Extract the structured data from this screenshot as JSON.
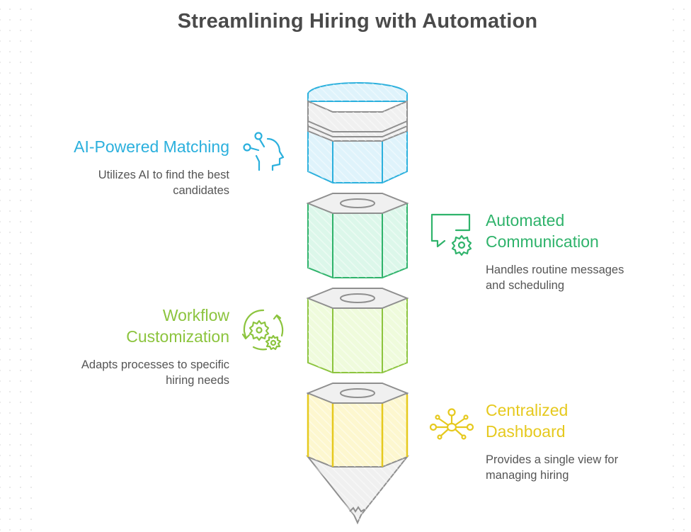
{
  "title": "Streamlining Hiring with Automation",
  "colors": {
    "blue": "#2bb0dd",
    "green": "#2fb36b",
    "lime": "#8cc43e",
    "yellow": "#e6c91e",
    "gray": "#8f8f8f",
    "text": "#555555",
    "title": "#4a4a4a"
  },
  "items": [
    {
      "id": "ai-powered-matching",
      "heading_lines": [
        "AI-Powered Matching"
      ],
      "description_lines": [
        "Utilizes AI to find the best",
        "candidates"
      ],
      "icon": "ai-head-icon",
      "color": "#2bb0dd",
      "side": "left"
    },
    {
      "id": "automated-communication",
      "heading_lines": [
        "Automated",
        "Communication"
      ],
      "description_lines": [
        "Handles routine messages",
        "and scheduling"
      ],
      "icon": "chat-gear-icon",
      "color": "#2fb36b",
      "side": "right"
    },
    {
      "id": "workflow-customization",
      "heading_lines": [
        "Workflow",
        "Customization"
      ],
      "description_lines": [
        "Adapts processes to specific",
        "hiring needs"
      ],
      "icon": "cycle-gears-icon",
      "color": "#8cc43e",
      "side": "left"
    },
    {
      "id": "centralized-dashboard",
      "heading_lines": [
        "Centralized",
        "Dashboard"
      ],
      "description_lines": [
        "Provides a single view for",
        "managing hiring"
      ],
      "icon": "hub-network-icon",
      "color": "#e6c91e",
      "side": "right"
    }
  ]
}
